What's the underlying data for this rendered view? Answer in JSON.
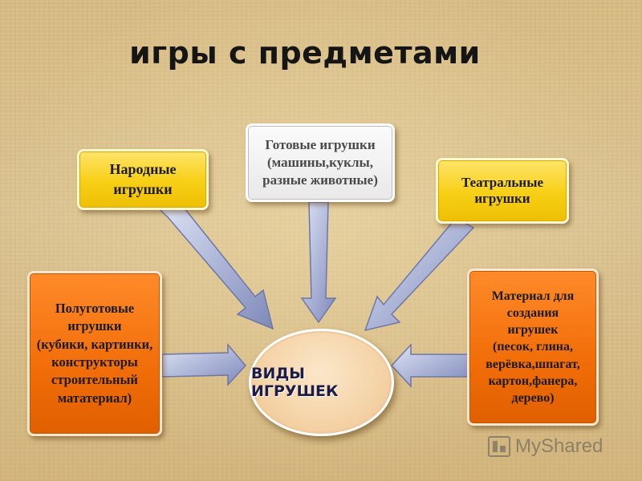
{
  "title": "игры с предметами",
  "center": {
    "label": "ВИДЫ ИГРУШЕК"
  },
  "boxes": {
    "folk": "Народные\nигрушки",
    "ready": "Готовые игрушки\n(машины,куклы,\nразные животные)",
    "theatre": "Театральные\nигрушки",
    "semi": "Полуготовые\nигрушки\n(кубики, картинки,\nконструкторы\nстроительный\nмататериал)",
    "material": "Материал для\nсоздания\nигрушек\n(песок, глина,\nверёвка,шпагат,\nкартон,фанера,\nдерево)"
  },
  "watermark": {
    "text": "MyShared"
  },
  "colors": {
    "yellow": "#f7cf14",
    "orange": "#f16d08",
    "white": "#f2f2f2",
    "arrow": "#aeb6d8"
  }
}
